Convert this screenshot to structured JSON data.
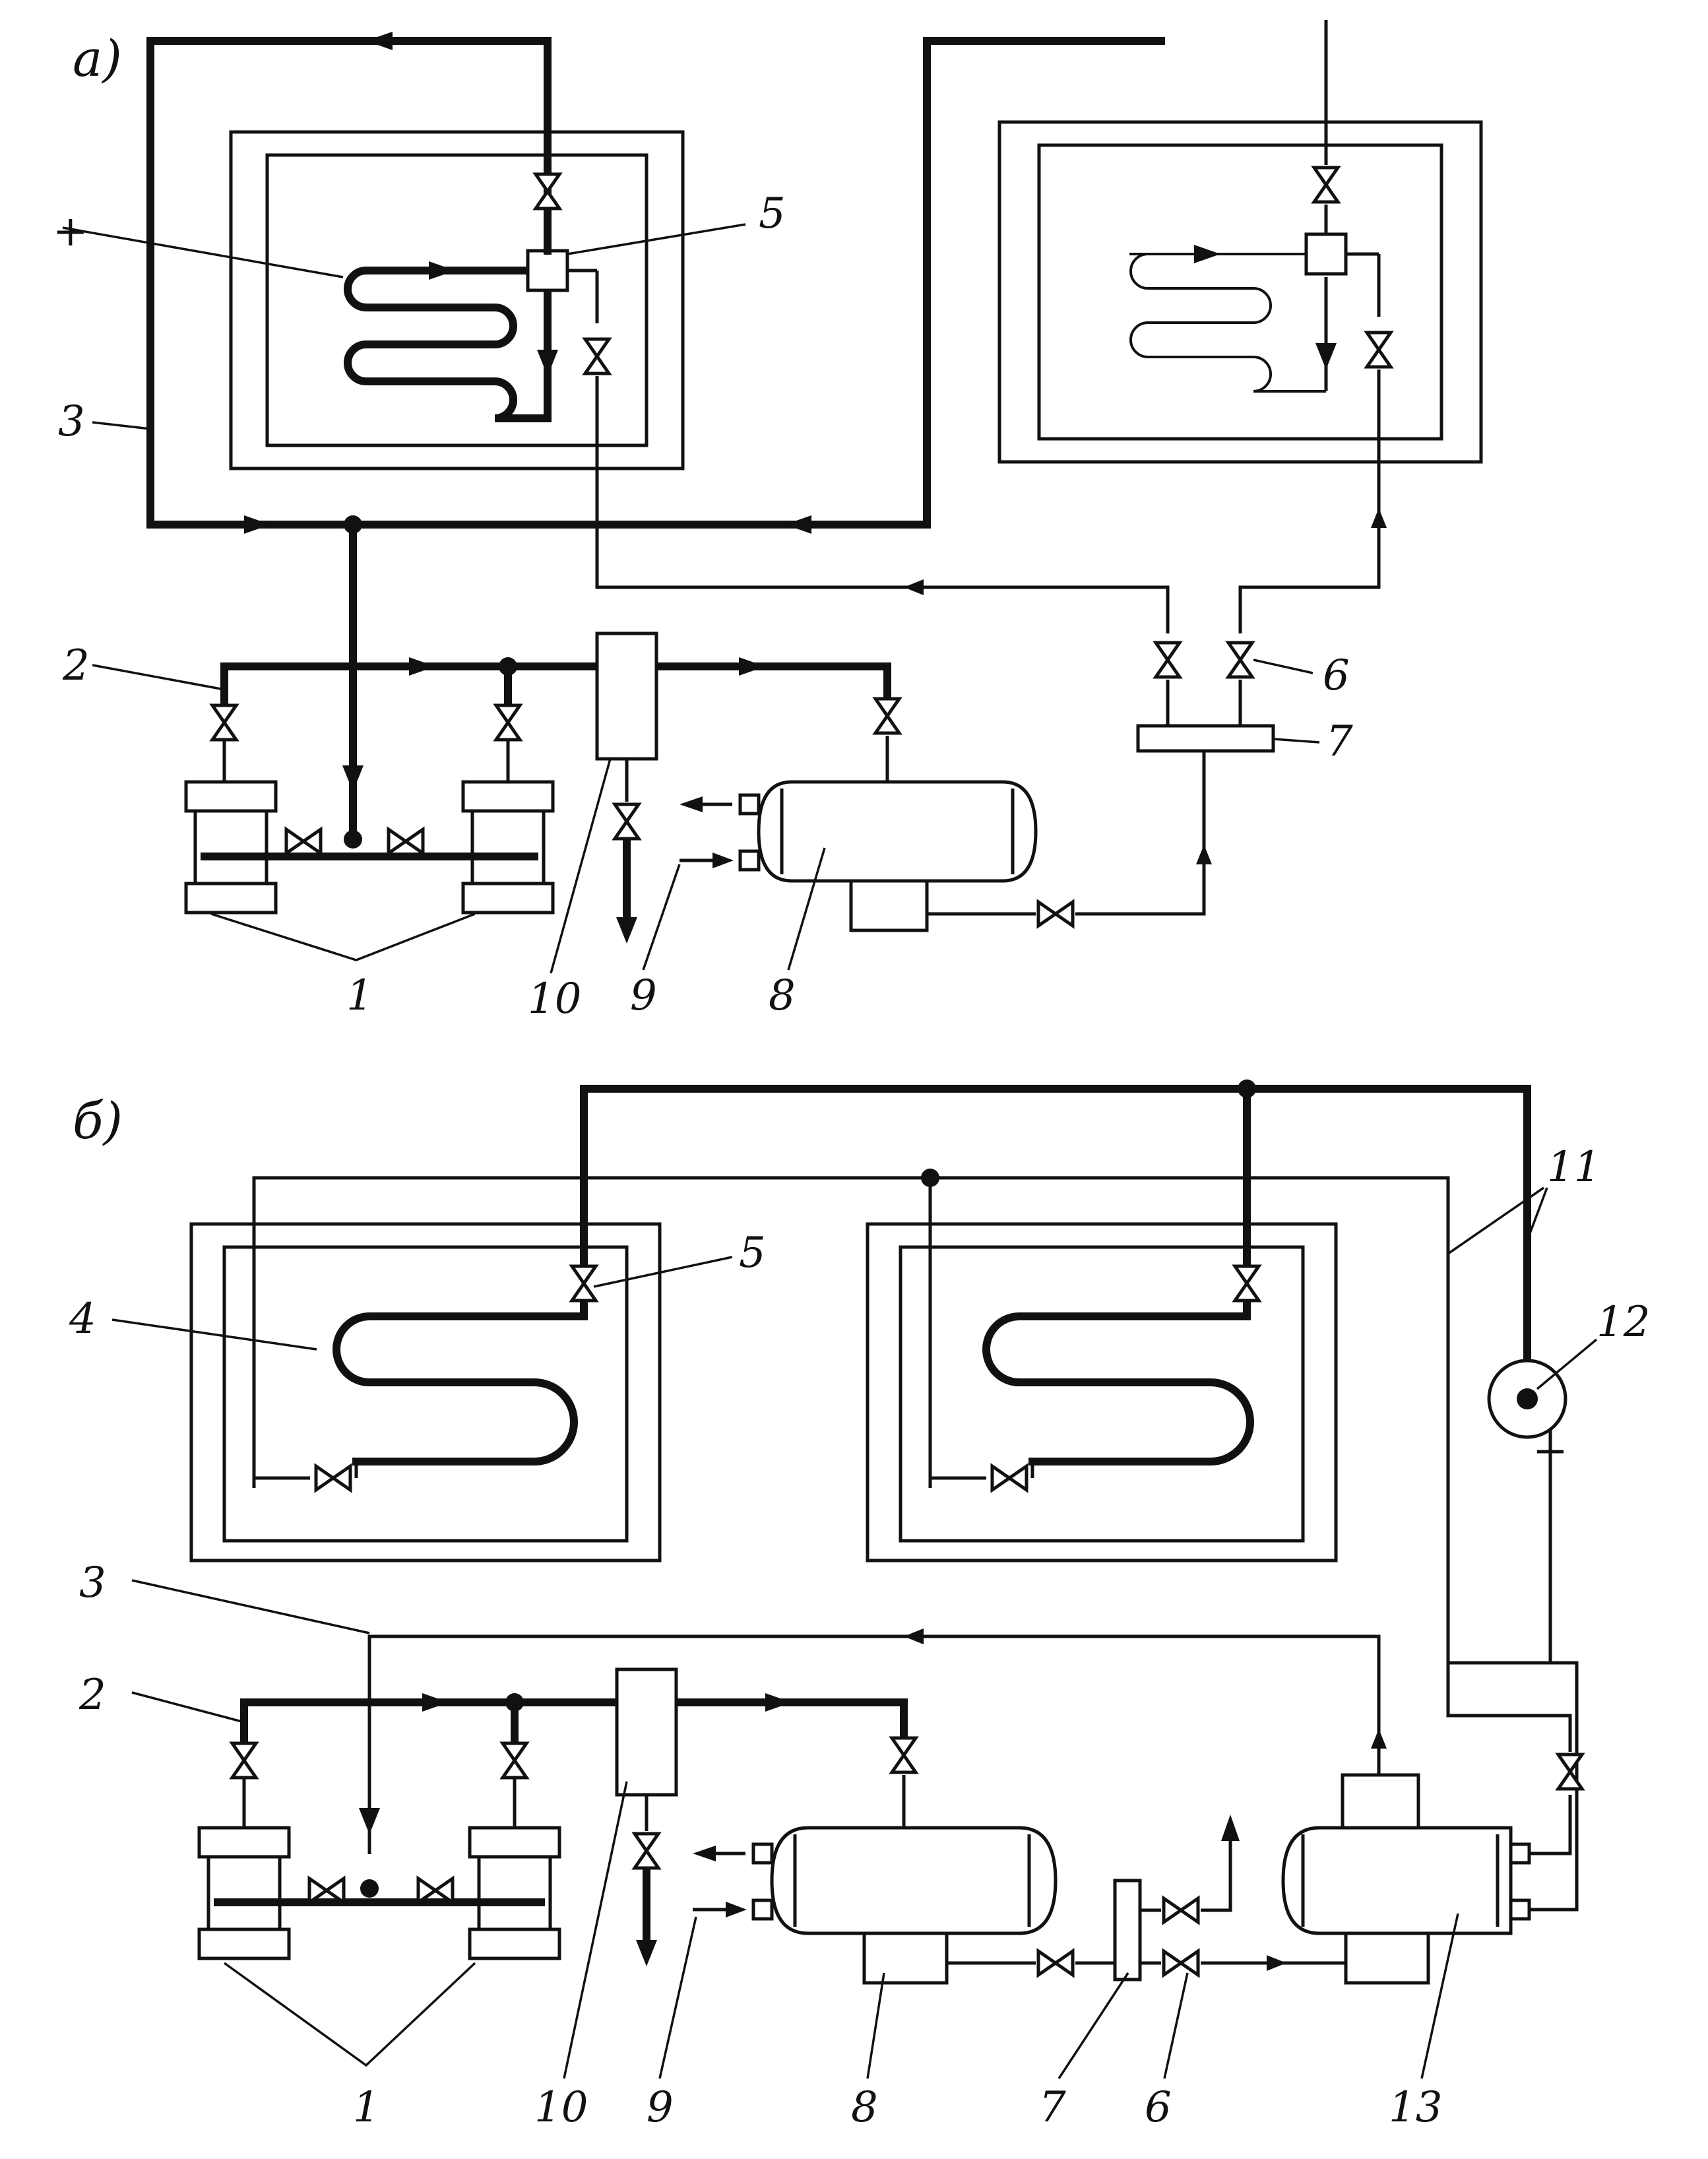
{
  "diagram": {
    "section_a": "а)",
    "section_b": "б)",
    "labels_a": {
      "n1": "1",
      "n2": "2",
      "n3": "3",
      "n5": "5",
      "n6": "6",
      "n7": "7",
      "n8": "8",
      "n9": "9",
      "n10": "10"
    },
    "labels_b": {
      "n1": "1",
      "n2": "2",
      "n3": "3",
      "n4": "4",
      "n5": "5",
      "n6": "6",
      "n7": "7",
      "n8": "8",
      "n9": "9",
      "n10": "10",
      "n11": "11",
      "n12": "12",
      "n13": "13"
    }
  }
}
